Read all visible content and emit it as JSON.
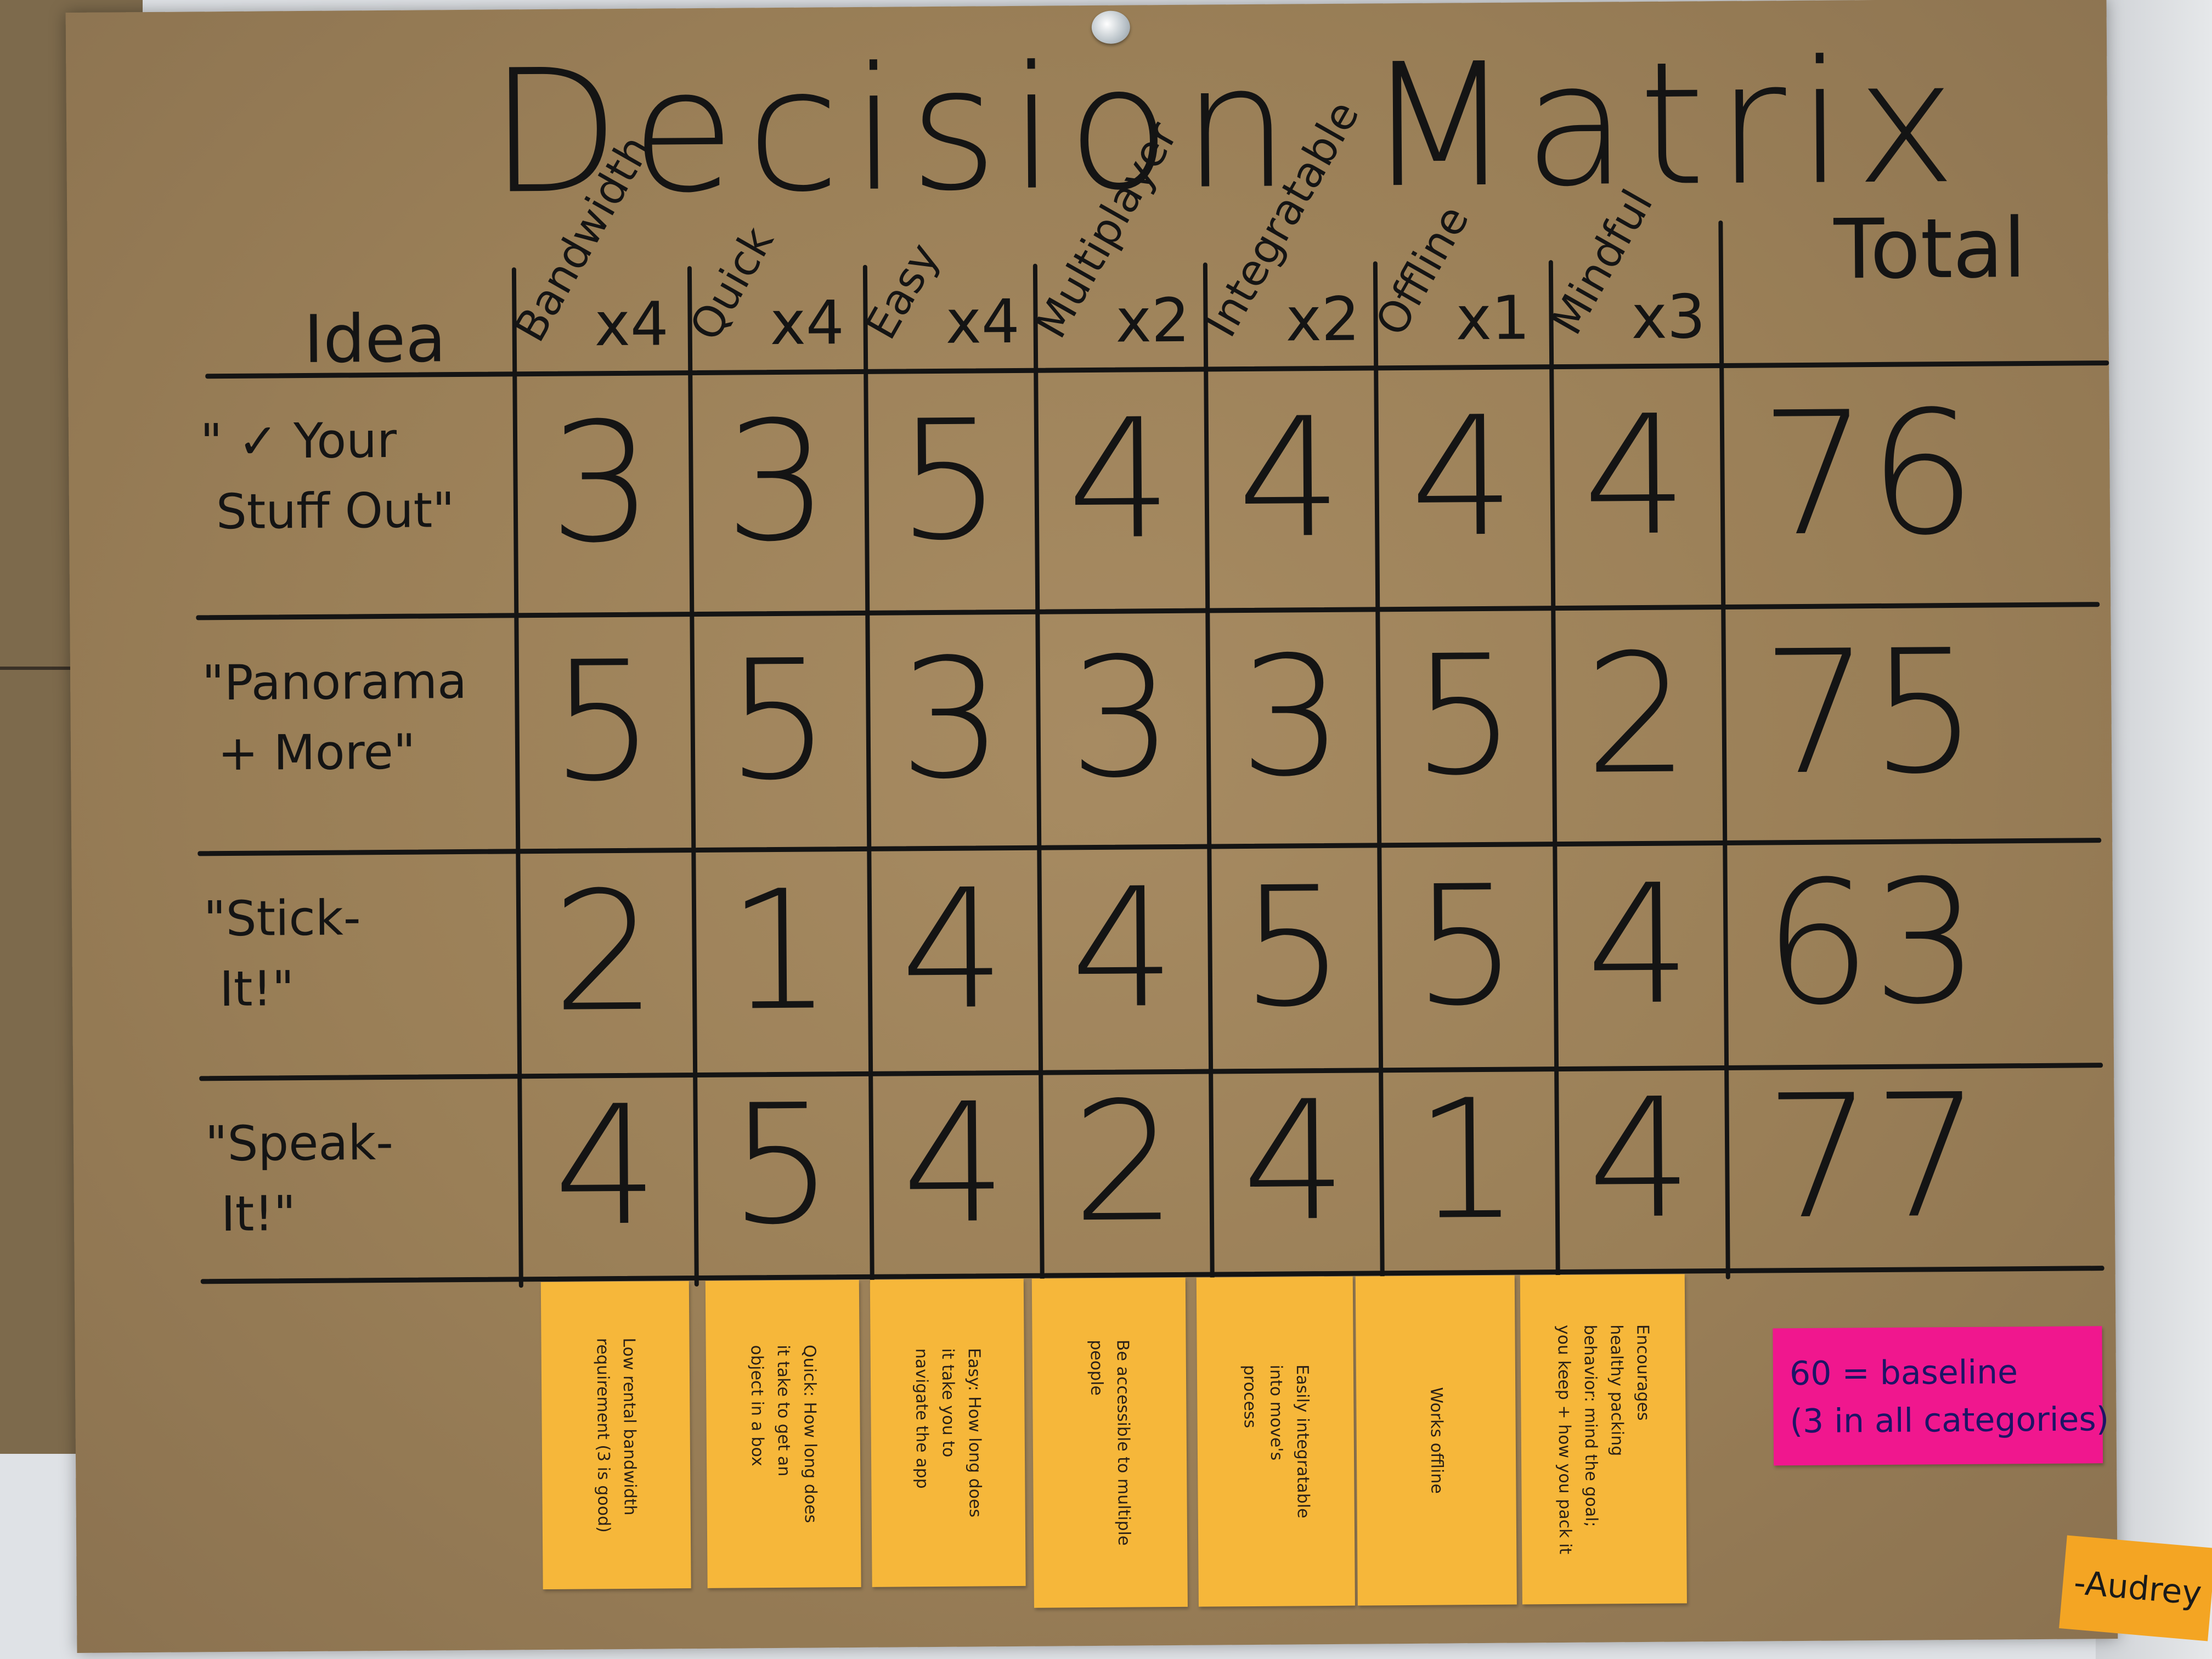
{
  "title": "Decision Matrix",
  "idea_header": "Idea",
  "total_header": "Total",
  "criteria": [
    {
      "name": "Bandwidth",
      "weight": "x4"
    },
    {
      "name": "Quick",
      "weight": "x4"
    },
    {
      "name": "Easy",
      "weight": "x4"
    },
    {
      "name": "Multiplayer",
      "weight": "x2"
    },
    {
      "name": "Integratable",
      "weight": "x2"
    },
    {
      "name": "Offline",
      "weight": "x1"
    },
    {
      "name": "Mindful",
      "weight": "x3"
    }
  ],
  "rows": [
    {
      "idea": "\" ✓ Your\n Stuff Out\"",
      "scores": [
        "3",
        "3",
        "5",
        "4",
        "4",
        "4",
        "4"
      ],
      "total": "76"
    },
    {
      "idea": "\"Panorama\n + More\"",
      "scores": [
        "5",
        "5",
        "3",
        "3",
        "3",
        "5",
        "2"
      ],
      "total": "75"
    },
    {
      "idea": "\"Stick-\n It!\"",
      "scores": [
        "2",
        "1",
        "4",
        "4",
        "5",
        "5",
        "4"
      ],
      "total": "63"
    },
    {
      "idea": "\"Speak-\n It!\"",
      "scores": [
        "4",
        "5",
        "4",
        "2",
        "4",
        "1",
        "4"
      ],
      "total": "77"
    }
  ],
  "notes": [
    "Low rental bandwidth\nrequirement (3 is good)",
    "Quick: How long does\nit take to get an\nobject in a box",
    "Easy: How long does\nit take you to\nnavigate the app",
    "Be accessible to multiple\npeople",
    "Easily integratable\ninto move's\nprocess",
    "Works offline",
    "Encourages\nhealthy packing\nbehavior: mind the goal;\nyou keep + how you pack it"
  ],
  "baseline_note": "60 = baseline\n(3 in all categories)",
  "name_tag": "-Audrey",
  "colors": {
    "paper": "#9a7f57",
    "sticky_orange": "#f6b73a",
    "sticky_pink": "#f0178e",
    "ink": "#141414"
  }
}
